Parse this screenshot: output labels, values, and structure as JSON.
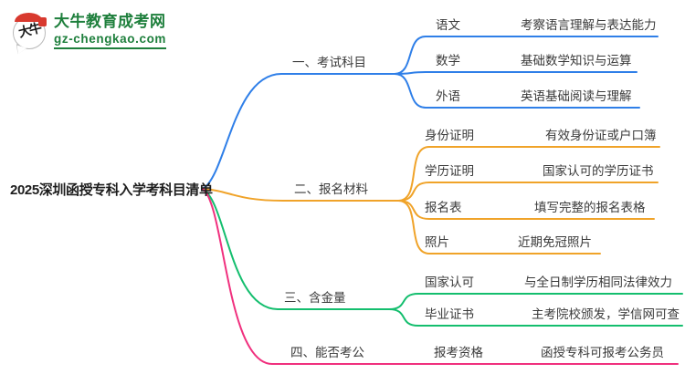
{
  "logo": {
    "brand": "大牛教育成考网",
    "domain": "gz-chengkao.com",
    "seal_text": "大牛",
    "brand_color": "#1e7f3c",
    "seal_red": "#d8392e"
  },
  "topic": {
    "title": "2025深圳函授专科入学考科目清单"
  },
  "branches": [
    {
      "label": "一、考试科目",
      "color": "#2f7fe8",
      "items": [
        {
          "label": "语文",
          "desc": "考察语言理解与表达能力"
        },
        {
          "label": "数学",
          "desc": "基础数学知识与运算"
        },
        {
          "label": "外语",
          "desc": "英语基础阅读与理解"
        }
      ]
    },
    {
      "label": "二、报名材料",
      "color": "#f0a329",
      "items": [
        {
          "label": "身份证明",
          "desc": "有效身份证或户口簿"
        },
        {
          "label": "学历证明",
          "desc": "国家认可的学历证书"
        },
        {
          "label": "报名表",
          "desc": "填写完整的报名表格"
        },
        {
          "label": "照片",
          "desc": "近期免冠照片"
        }
      ]
    },
    {
      "label": "三、含金量",
      "color": "#14be6e",
      "items": [
        {
          "label": "国家认可",
          "desc": "与全日制学历相同法律效力"
        },
        {
          "label": "毕业证书",
          "desc": "主考院校颁发，学信网可查"
        }
      ]
    },
    {
      "label": "四、能否考公",
      "color": "#f0307e",
      "items": [
        {
          "label": "报考资格",
          "desc": "函授专科可报考公务员"
        }
      ]
    }
  ]
}
